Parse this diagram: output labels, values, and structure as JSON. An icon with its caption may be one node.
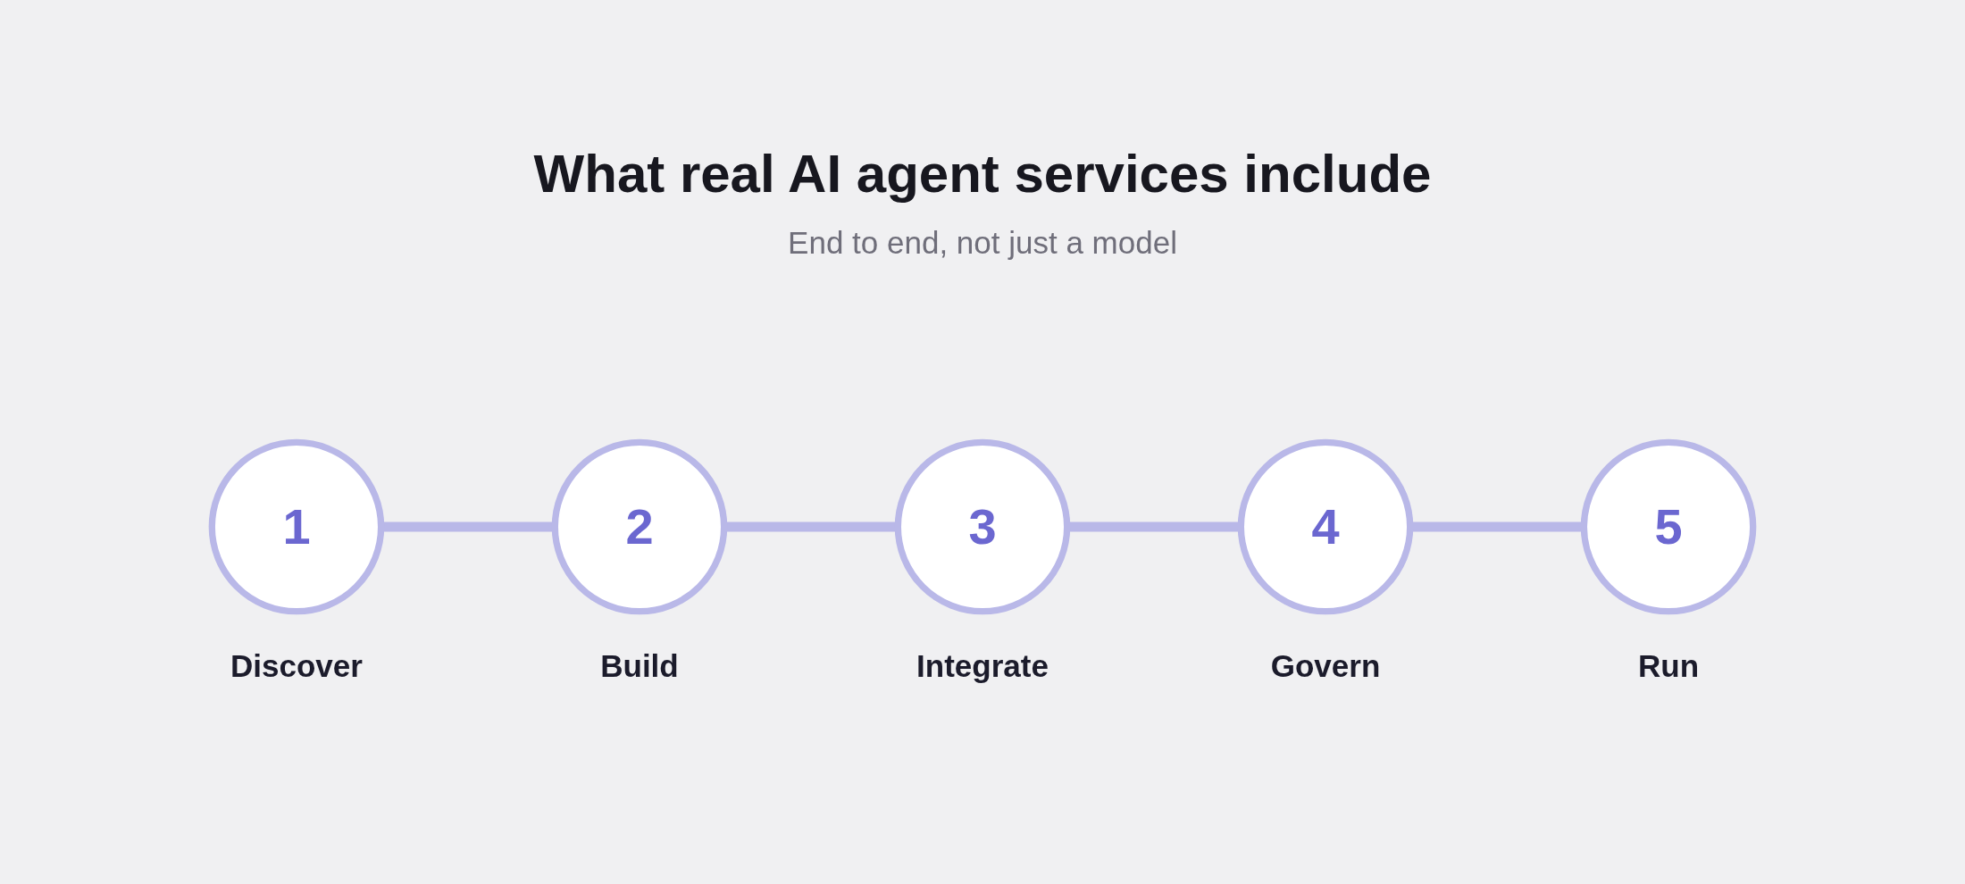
{
  "diagram": {
    "title": "What real AI agent services include",
    "nodes": [
      {
        "text": [
          "1"
        ],
        "beside": [
          "Discover"
        ]
      },
      {
        "text": [
          "2"
        ],
        "beside": [
          "Build"
        ]
      },
      {
        "text": [
          "3"
        ],
        "beside": [
          "Integrate"
        ]
      },
      {
        "text": [
          "4"
        ],
        "beside": [
          "Govern"
        ]
      },
      {
        "text": [
          "5"
        ],
        "beside": [
          "Run"
        ]
      }
    ],
    "edges": [
      {
        "from": 0,
        "to": 1,
        "arrow": "none"
      },
      {
        "from": 1,
        "to": 2,
        "arrow": "none"
      },
      {
        "from": 2,
        "to": 3,
        "arrow": "none"
      },
      {
        "from": 3,
        "to": 4,
        "arrow": "none"
      }
    ],
    "labels": [
      "End to end, not just a model"
    ]
  }
}
